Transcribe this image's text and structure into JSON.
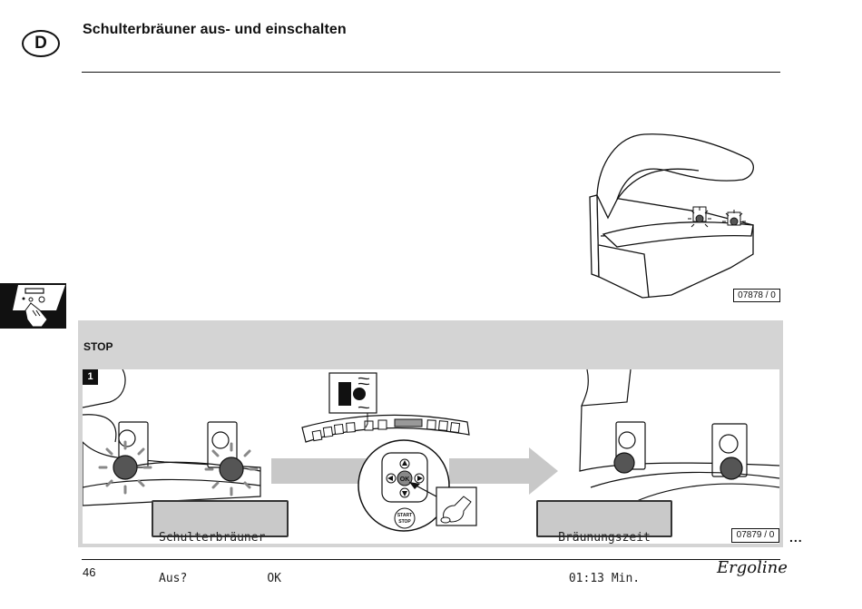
{
  "header": {
    "language_code": "D",
    "title": "Schulterbräuner aus- und einschalten"
  },
  "figure_top": {
    "reference": "07878 / 0"
  },
  "step_section": {
    "heading": "STOP",
    "step_number": "1",
    "display_before": {
      "line1": "Schulterbräuner",
      "line2_left": "Aus?",
      "line2_right": "OK"
    },
    "display_after": {
      "line1": "Bräunungszeit",
      "line2": "01:13 Min."
    },
    "control_pad": {
      "ok_label": "OK",
      "start_label": "START",
      "stop_label": "STOP"
    },
    "reference": "07879 / 0"
  },
  "footer": {
    "continue_marker": "...",
    "page_number": "46",
    "brand": "Ergoline"
  }
}
